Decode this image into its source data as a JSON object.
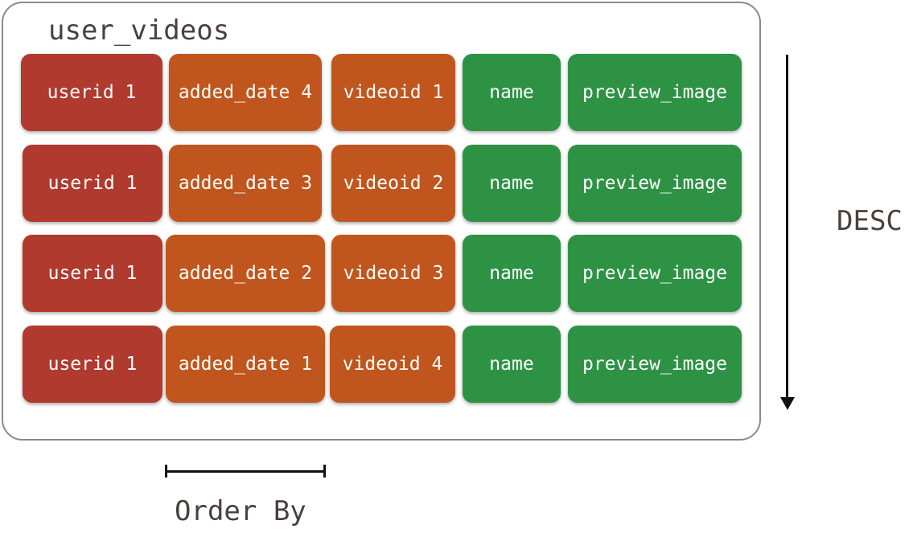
{
  "table": {
    "title": "user_videos"
  },
  "rows": [
    [
      "userid 1",
      "added_date 4",
      "videoid 1",
      "name",
      "preview_image"
    ],
    [
      "userid 1",
      "added_date 3",
      "videoid 2",
      "name",
      "preview_image"
    ],
    [
      "userid 1",
      "added_date 2",
      "videoid 3",
      "name",
      "preview_image"
    ],
    [
      "userid 1",
      "added_date 1",
      "videoid 4",
      "name",
      "preview_image"
    ]
  ],
  "column_kinds": [
    "partition",
    "clustering",
    "clustering",
    "regular",
    "regular"
  ],
  "colors": {
    "partition": "#b03a2e",
    "clustering": "#c0561d",
    "regular": "#2e9245"
  },
  "sort_label": "DESC",
  "order_label": "Order By"
}
